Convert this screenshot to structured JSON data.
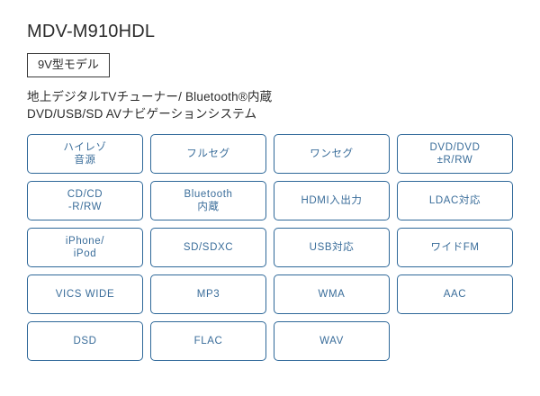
{
  "product": {
    "title": "MDV-M910HDL",
    "model_badge": "9V型モデル",
    "subtitle_lines": [
      "地上デジタルTVチューナー/ Bluetooth®内蔵",
      "DVD/USB/SD AVナビゲーションシステム"
    ]
  },
  "colors": {
    "box_border": "#2e6899",
    "box_text": "#3a6d9a",
    "title_text": "#2b2b2b",
    "badge_border": "#3a3a3a",
    "background": "#ffffff"
  },
  "features": {
    "columns": 4,
    "rows": 5,
    "items": [
      {
        "line1": "ハイレゾ",
        "line2": "音源"
      },
      {
        "line1": "フルセグ",
        "line2": ""
      },
      {
        "line1": "ワンセグ",
        "line2": ""
      },
      {
        "line1": "DVD/DVD",
        "line2": "±R/RW"
      },
      {
        "line1": "CD/CD",
        "line2": "-R/RW"
      },
      {
        "line1": "Bluetooth",
        "line2": "内蔵"
      },
      {
        "line1": "HDMI入出力",
        "line2": ""
      },
      {
        "line1": "LDAC対応",
        "line2": ""
      },
      {
        "line1": "iPhone/",
        "line2": "iPod"
      },
      {
        "line1": "SD/SDXC",
        "line2": ""
      },
      {
        "line1": "USB対応",
        "line2": ""
      },
      {
        "line1": "ワイドFM",
        "line2": ""
      },
      {
        "line1": "VICS WIDE",
        "line2": ""
      },
      {
        "line1": "MP3",
        "line2": ""
      },
      {
        "line1": "WMA",
        "line2": ""
      },
      {
        "line1": "AAC",
        "line2": ""
      },
      {
        "line1": "DSD",
        "line2": ""
      },
      {
        "line1": "FLAC",
        "line2": ""
      },
      {
        "line1": "WAV",
        "line2": ""
      }
    ]
  }
}
